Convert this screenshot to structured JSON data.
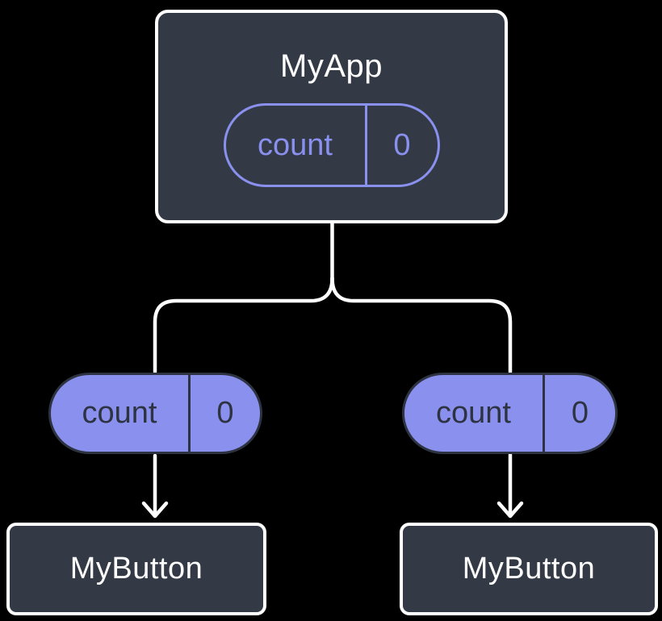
{
  "colors": {
    "background": "#000000",
    "node_fill": "#333A46",
    "node_border": "#FFFFFF",
    "accent_purple": "#8A90EE",
    "pill_dark": "#2D3340",
    "connector": "#FFFFFF"
  },
  "root_node": {
    "title": "MyApp",
    "pill": {
      "key": "count",
      "value": "0"
    }
  },
  "passed_pills": {
    "left": {
      "key": "count",
      "value": "0"
    },
    "right": {
      "key": "count",
      "value": "0"
    }
  },
  "child_nodes": {
    "left": {
      "title": "MyButton"
    },
    "right": {
      "title": "MyButton"
    }
  }
}
